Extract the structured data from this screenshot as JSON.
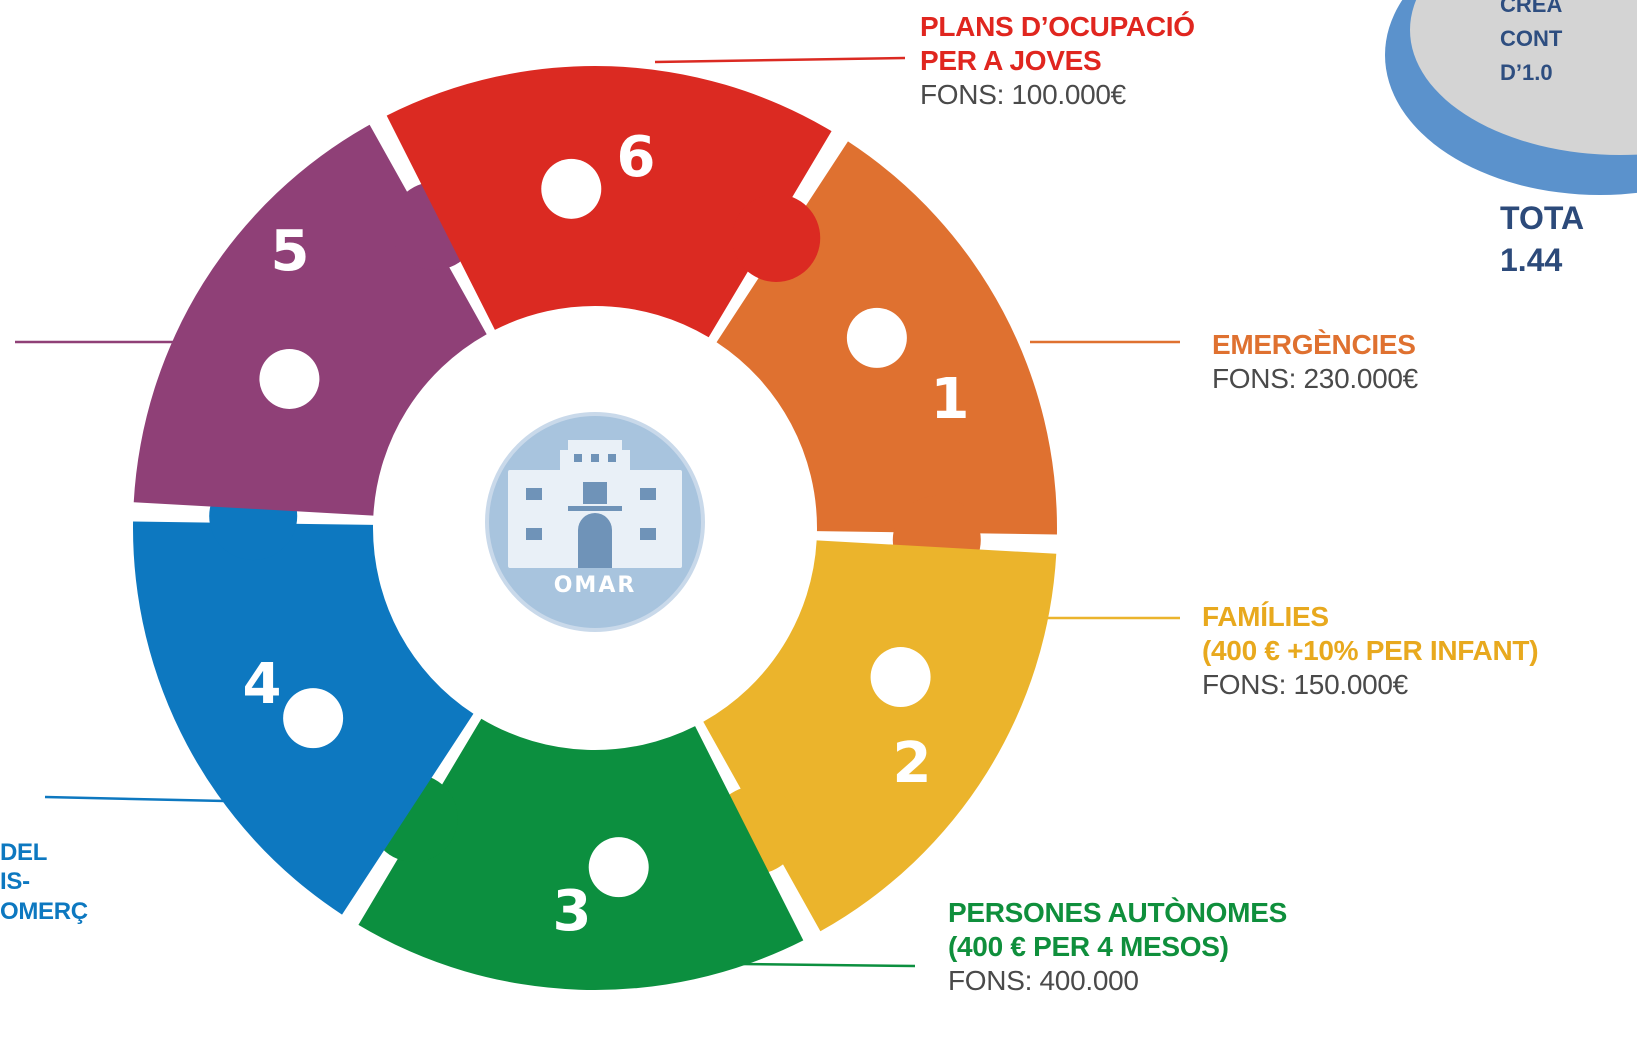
{
  "colors": {
    "seg1": "#df7130",
    "seg2": "#ebb42c",
    "seg3": "#0c8f3f",
    "seg4": "#0d78c0",
    "seg5": "#8f4077",
    "seg6": "#db2a22",
    "logo_bg": "#a8c4de",
    "ellipse_fill": "#d4d4d4",
    "ellipse_ring": "#5b92cc"
  },
  "segments": [
    {
      "number": "1",
      "color_key": "seg1"
    },
    {
      "number": "2",
      "color_key": "seg2"
    },
    {
      "number": "3",
      "color_key": "seg3"
    },
    {
      "number": "4",
      "color_key": "seg4"
    },
    {
      "number": "5",
      "color_key": "seg5"
    },
    {
      "number": "6",
      "color_key": "seg6"
    }
  ],
  "logo": {
    "text": "OMAR"
  },
  "labels": {
    "plans": {
      "title_1": "PLANS D’OCUPACIÓ",
      "title_2": "PER A JOVES",
      "fons": "FONS: 100.000€"
    },
    "emergencies": {
      "title": "EMERGÈNCIES",
      "fons": "FONS: 230.000€"
    },
    "families": {
      "title_1": "FAMÍLIES",
      "title_2": "(400 € +10% PER INFANT)",
      "fons": "FONS: 150.000€"
    },
    "autonomes": {
      "title_1": "PERSONES AUTÒNOMES",
      "title_2": "(400 € PER 4 MESOS)",
      "fons": "FONS: 400.000"
    },
    "comerc": {
      "line_1": "DEL",
      "line_2": "IS-",
      "line_3": "OMERÇ"
    }
  },
  "top_right": {
    "line_1": "CREA",
    "line_2": "CONT",
    "line_3": "D’1.0"
  },
  "total": {
    "line_1": "TOTA",
    "line_2": "1.44"
  }
}
